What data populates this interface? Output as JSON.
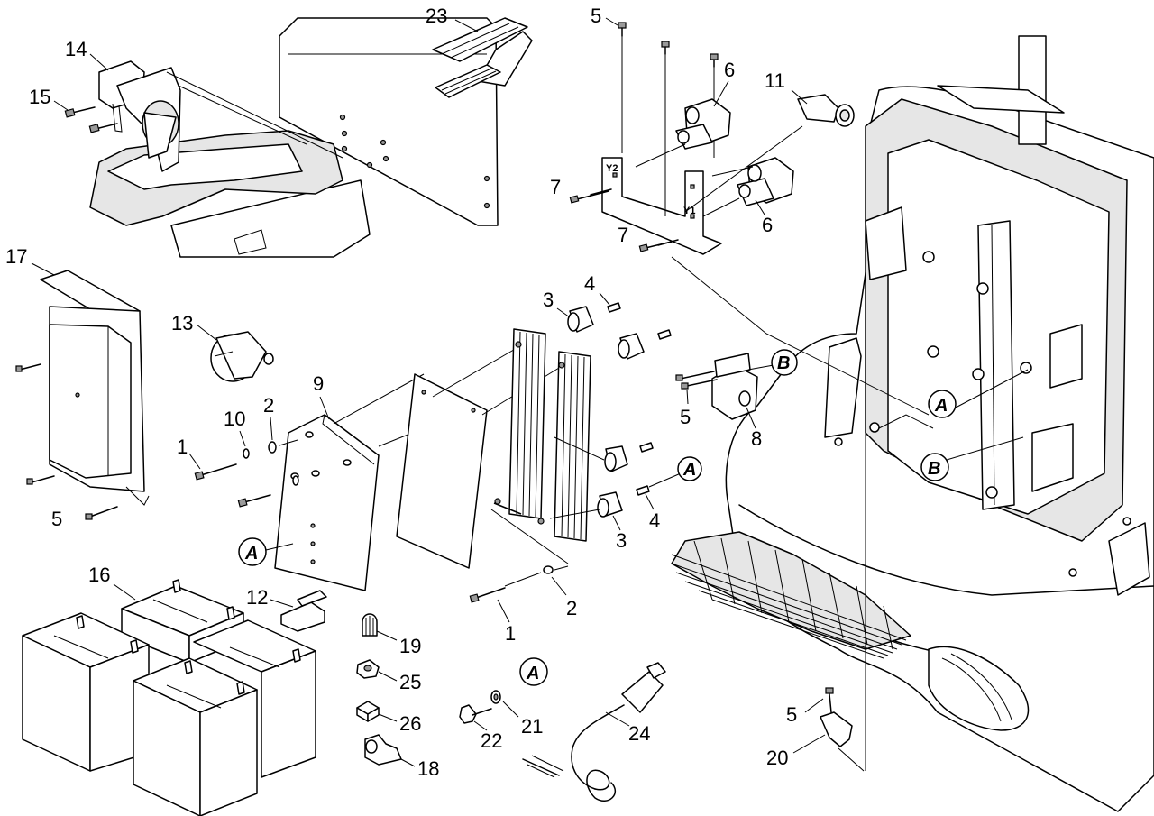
{
  "labels": {
    "p1": "1",
    "p2": "2",
    "p3": "3",
    "p4": "4",
    "p5": "5",
    "p6": "6",
    "p7": "7",
    "p8": "8",
    "p9": "9",
    "p10": "10",
    "p11": "11",
    "p12": "12",
    "p13": "13",
    "p14": "14",
    "p15": "15",
    "p16": "16",
    "p17": "17",
    "p18": "18",
    "p19": "19",
    "p20": "20",
    "p21": "21",
    "p22": "22",
    "p23": "23",
    "p24": "24",
    "p25": "25",
    "p26": "26"
  },
  "circle_refs": {
    "a": "A",
    "b": "B"
  },
  "bracket_marks": {
    "y1": "Y1",
    "y2": "Y2"
  }
}
